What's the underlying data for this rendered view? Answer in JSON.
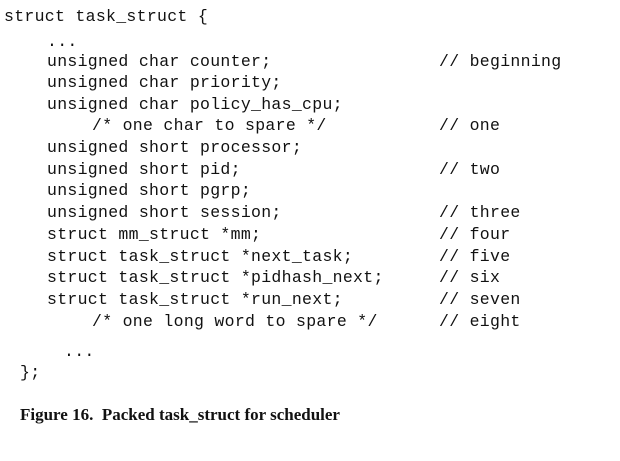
{
  "code": {
    "header": "struct task_struct {",
    "ellipsis_top": "...",
    "lines": [
      {
        "code": "unsigned char counter;",
        "comment": "// beginning"
      },
      {
        "code": "unsigned char priority;",
        "comment": ""
      },
      {
        "code": "unsigned char policy_has_cpu;",
        "comment": ""
      },
      {
        "code": "/* one char to spare */",
        "comment": "// one"
      },
      {
        "code": "unsigned short processor;",
        "comment": ""
      },
      {
        "code": "unsigned short pid;",
        "comment": "// two"
      },
      {
        "code": "unsigned short pgrp;",
        "comment": ""
      },
      {
        "code": "unsigned short session;",
        "comment": "// three"
      },
      {
        "code": "struct mm_struct *mm;",
        "comment": "// four"
      },
      {
        "code": "struct task_struct *next_task;",
        "comment": "// five"
      },
      {
        "code": "struct task_struct *pidhash_next;",
        "comment": "// six"
      },
      {
        "code": "struct task_struct *run_next;",
        "comment": "// seven"
      },
      {
        "code": "/* one long word to spare */",
        "comment": "// eight"
      }
    ],
    "ellipsis_bottom": "...",
    "footer": "};"
  },
  "caption": "Figure 16.  Packed task_struct for scheduler"
}
